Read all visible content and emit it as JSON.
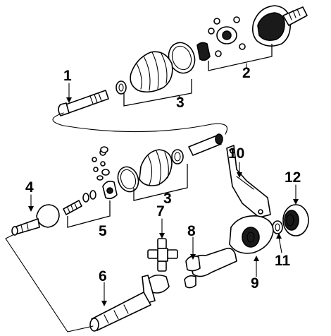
{
  "diagram": {
    "kind": "exploded-parts-drawing",
    "subject": "drive axle / drive shaft assembly",
    "callouts": [
      {
        "id": "c1",
        "label": "1"
      },
      {
        "id": "c2",
        "label": "2"
      },
      {
        "id": "c3a",
        "label": "3"
      },
      {
        "id": "c3b",
        "label": "3"
      },
      {
        "id": "c4",
        "label": "4"
      },
      {
        "id": "c5",
        "label": "5"
      },
      {
        "id": "c6",
        "label": "6"
      },
      {
        "id": "c7",
        "label": "7"
      },
      {
        "id": "c8",
        "label": "8"
      },
      {
        "id": "c9",
        "label": "9"
      },
      {
        "id": "c10",
        "label": "10"
      },
      {
        "id": "c11",
        "label": "11"
      },
      {
        "id": "c12",
        "label": "12"
      }
    ]
  },
  "colors": {
    "ink": "#000000",
    "paper": "#ffffff"
  }
}
